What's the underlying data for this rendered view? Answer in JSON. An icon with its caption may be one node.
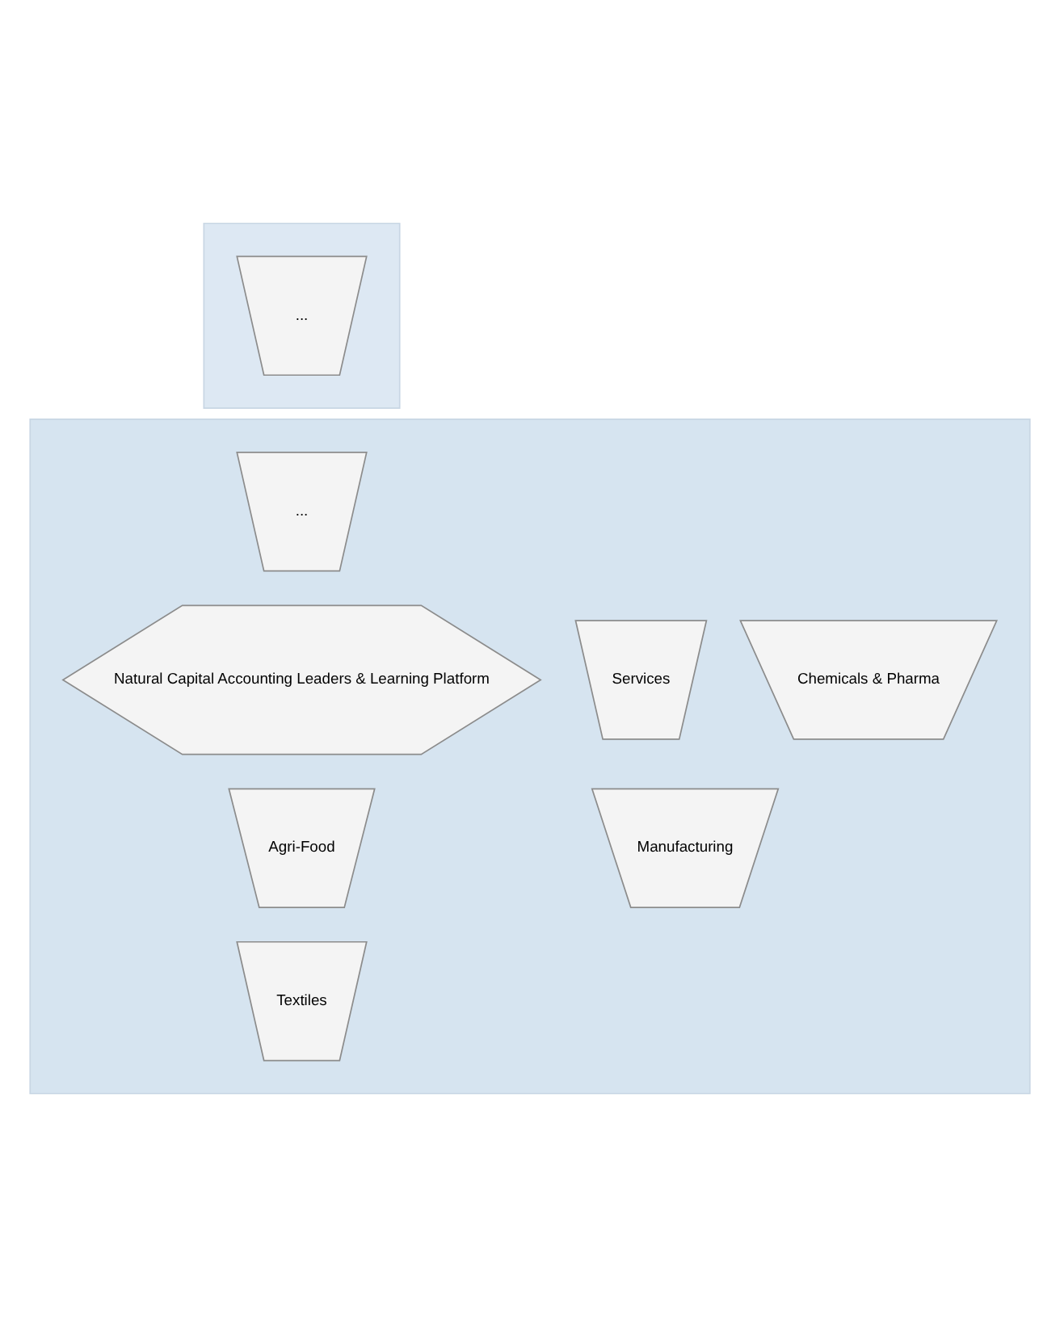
{
  "diagram": {
    "nodes": [
      {
        "text": [],
        "shape": "box"
      },
      {
        "text": [
          "..."
        ],
        "in": 0
      },
      {
        "text": [],
        "shape": "box"
      },
      {
        "text": [
          "Natural Capital Accounting Leaders & Learning Platform"
        ],
        "in": 2
      },
      {
        "text": [
          "..."
        ],
        "in": 2
      },
      {
        "text": [
          "Chemicals & Pharma"
        ],
        "in": 2
      },
      {
        "text": [
          "Manufacturing"
        ],
        "in": 2
      },
      {
        "text": [
          "Textiles"
        ],
        "in": 2
      },
      {
        "text": [
          "Agri-Food"
        ],
        "in": 2
      },
      {
        "text": [
          "Services"
        ],
        "in": 2
      }
    ]
  }
}
